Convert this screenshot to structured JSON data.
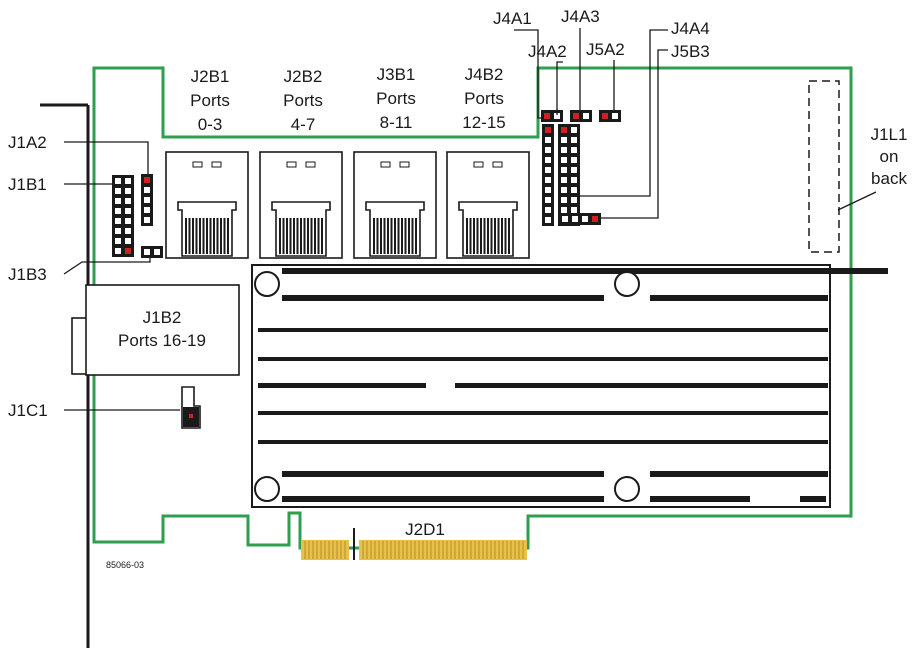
{
  "labels": {
    "j4a1": "J4A1",
    "j4a3": "J4A3",
    "j4a4": "J4A4",
    "j4a2": "J4A2",
    "j5a2": "J5A2",
    "j5b3": "J5B3",
    "j1a2": "J1A2",
    "j1b1": "J1B1",
    "j1b3": "J1B3",
    "j1c1": "J1C1",
    "j2d1": "J2D1",
    "j1l1_line1": "J1L1",
    "j1l1_line2": "on",
    "j1l1_line3": "back"
  },
  "ports": [
    {
      "connector": "J2B1",
      "word": "Ports",
      "range": "0-3"
    },
    {
      "connector": "J2B2",
      "word": "Ports",
      "range": "4-7"
    },
    {
      "connector": "J3B1",
      "word": "Ports",
      "range": "8-11"
    },
    {
      "connector": "J4B2",
      "word": "Ports",
      "range": "12-15"
    }
  ],
  "j1b2": {
    "connector": "J1B2",
    "ports": "Ports 16-19"
  },
  "part_number": "85066-03",
  "colors": {
    "board_outline": "#2e9e4f",
    "gold_fingers": "#e8c14a",
    "pin_marker": "#cc2222",
    "line": "#1a1a1a"
  }
}
